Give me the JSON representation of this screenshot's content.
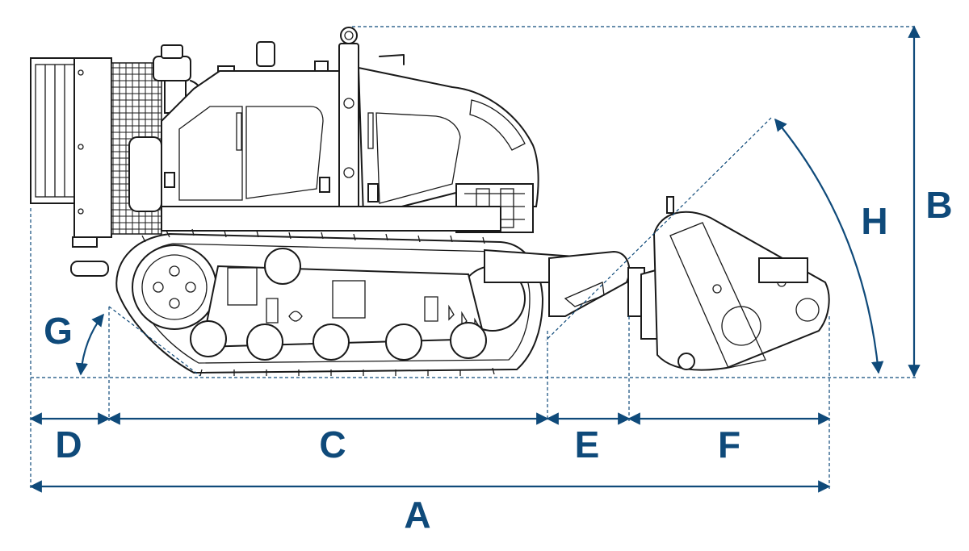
{
  "colors": {
    "dimension": "#0f4a7a",
    "machine_outline": "#1a1a1a",
    "background": "#ffffff"
  },
  "labels": {
    "A": "A",
    "B": "B",
    "C": "C",
    "D": "D",
    "E": "E",
    "F": "F",
    "G": "G",
    "H": "H"
  },
  "icons": {
    "machine": "tracked-mulcher-machine-side-view"
  }
}
